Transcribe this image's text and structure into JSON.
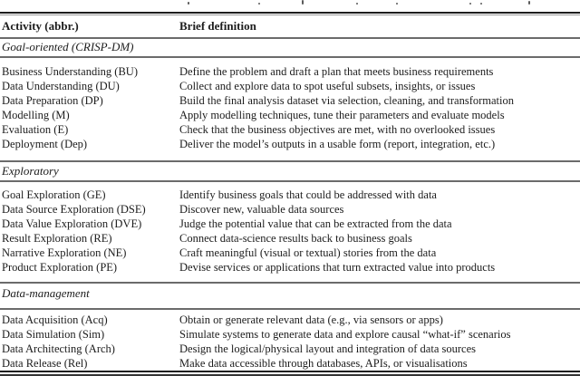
{
  "colors": {
    "text": "#1c1c1c",
    "rule_dark": "#1d1d1d",
    "rule_gray": "#6b6b6b"
  },
  "header": {
    "col1": "Activity (abbr.)",
    "col2": "Brief definition"
  },
  "sections": [
    {
      "title": "Goal-oriented (CRISP-DM)",
      "rows": [
        {
          "activity": "Business Understanding (BU)",
          "definition": "Define the problem and draft a plan that meets business requirements"
        },
        {
          "activity": "Data Understanding (DU)",
          "definition": "Collect and explore data to spot useful subsets, insights, or issues"
        },
        {
          "activity": "Data Preparation (DP)",
          "definition": "Build the final analysis dataset via selection, cleaning, and transformation"
        },
        {
          "activity": "Modelling (M)",
          "definition": "Apply modelling techniques, tune their parameters and evaluate models"
        },
        {
          "activity": "Evaluation (E)",
          "definition": "Check that the business objectives are met, with no overlooked issues"
        },
        {
          "activity": "Deployment (Dep)",
          "definition": "Deliver the model’s outputs in a usable form (report, integration, etc.)"
        }
      ]
    },
    {
      "title": "Exploratory",
      "rows": [
        {
          "activity": "Goal Exploration (GE)",
          "definition": "Identify business goals that could be addressed with data"
        },
        {
          "activity": "Data Source Exploration (DSE)",
          "definition": "Discover new, valuable data sources"
        },
        {
          "activity": "Data Value Exploration (DVE)",
          "definition": "Judge the potential value that can be extracted from the data"
        },
        {
          "activity": "Result Exploration (RE)",
          "definition": "Connect data-science results back to business goals"
        },
        {
          "activity": "Narrative Exploration (NE)",
          "definition": "Craft meaningful (visual or textual) stories from the data"
        },
        {
          "activity": "Product Exploration (PE)",
          "definition": "Devise services or applications that turn extracted value into products"
        }
      ]
    },
    {
      "title": "Data-management",
      "rows": [
        {
          "activity": "Data Acquisition (Acq)",
          "definition": "Obtain or generate relevant data (e.g., via sensors or apps)"
        },
        {
          "activity": "Data Simulation (Sim)",
          "definition": "Simulate systems to generate data and explore causal “what-if” scenarios"
        },
        {
          "activity": "Data Architecting (Arch)",
          "definition": "Design the logical/physical layout and integration of data sources"
        },
        {
          "activity": "Data Release (Rel)",
          "definition": "Make data accessible through databases, APIs, or visualisations"
        }
      ]
    }
  ]
}
